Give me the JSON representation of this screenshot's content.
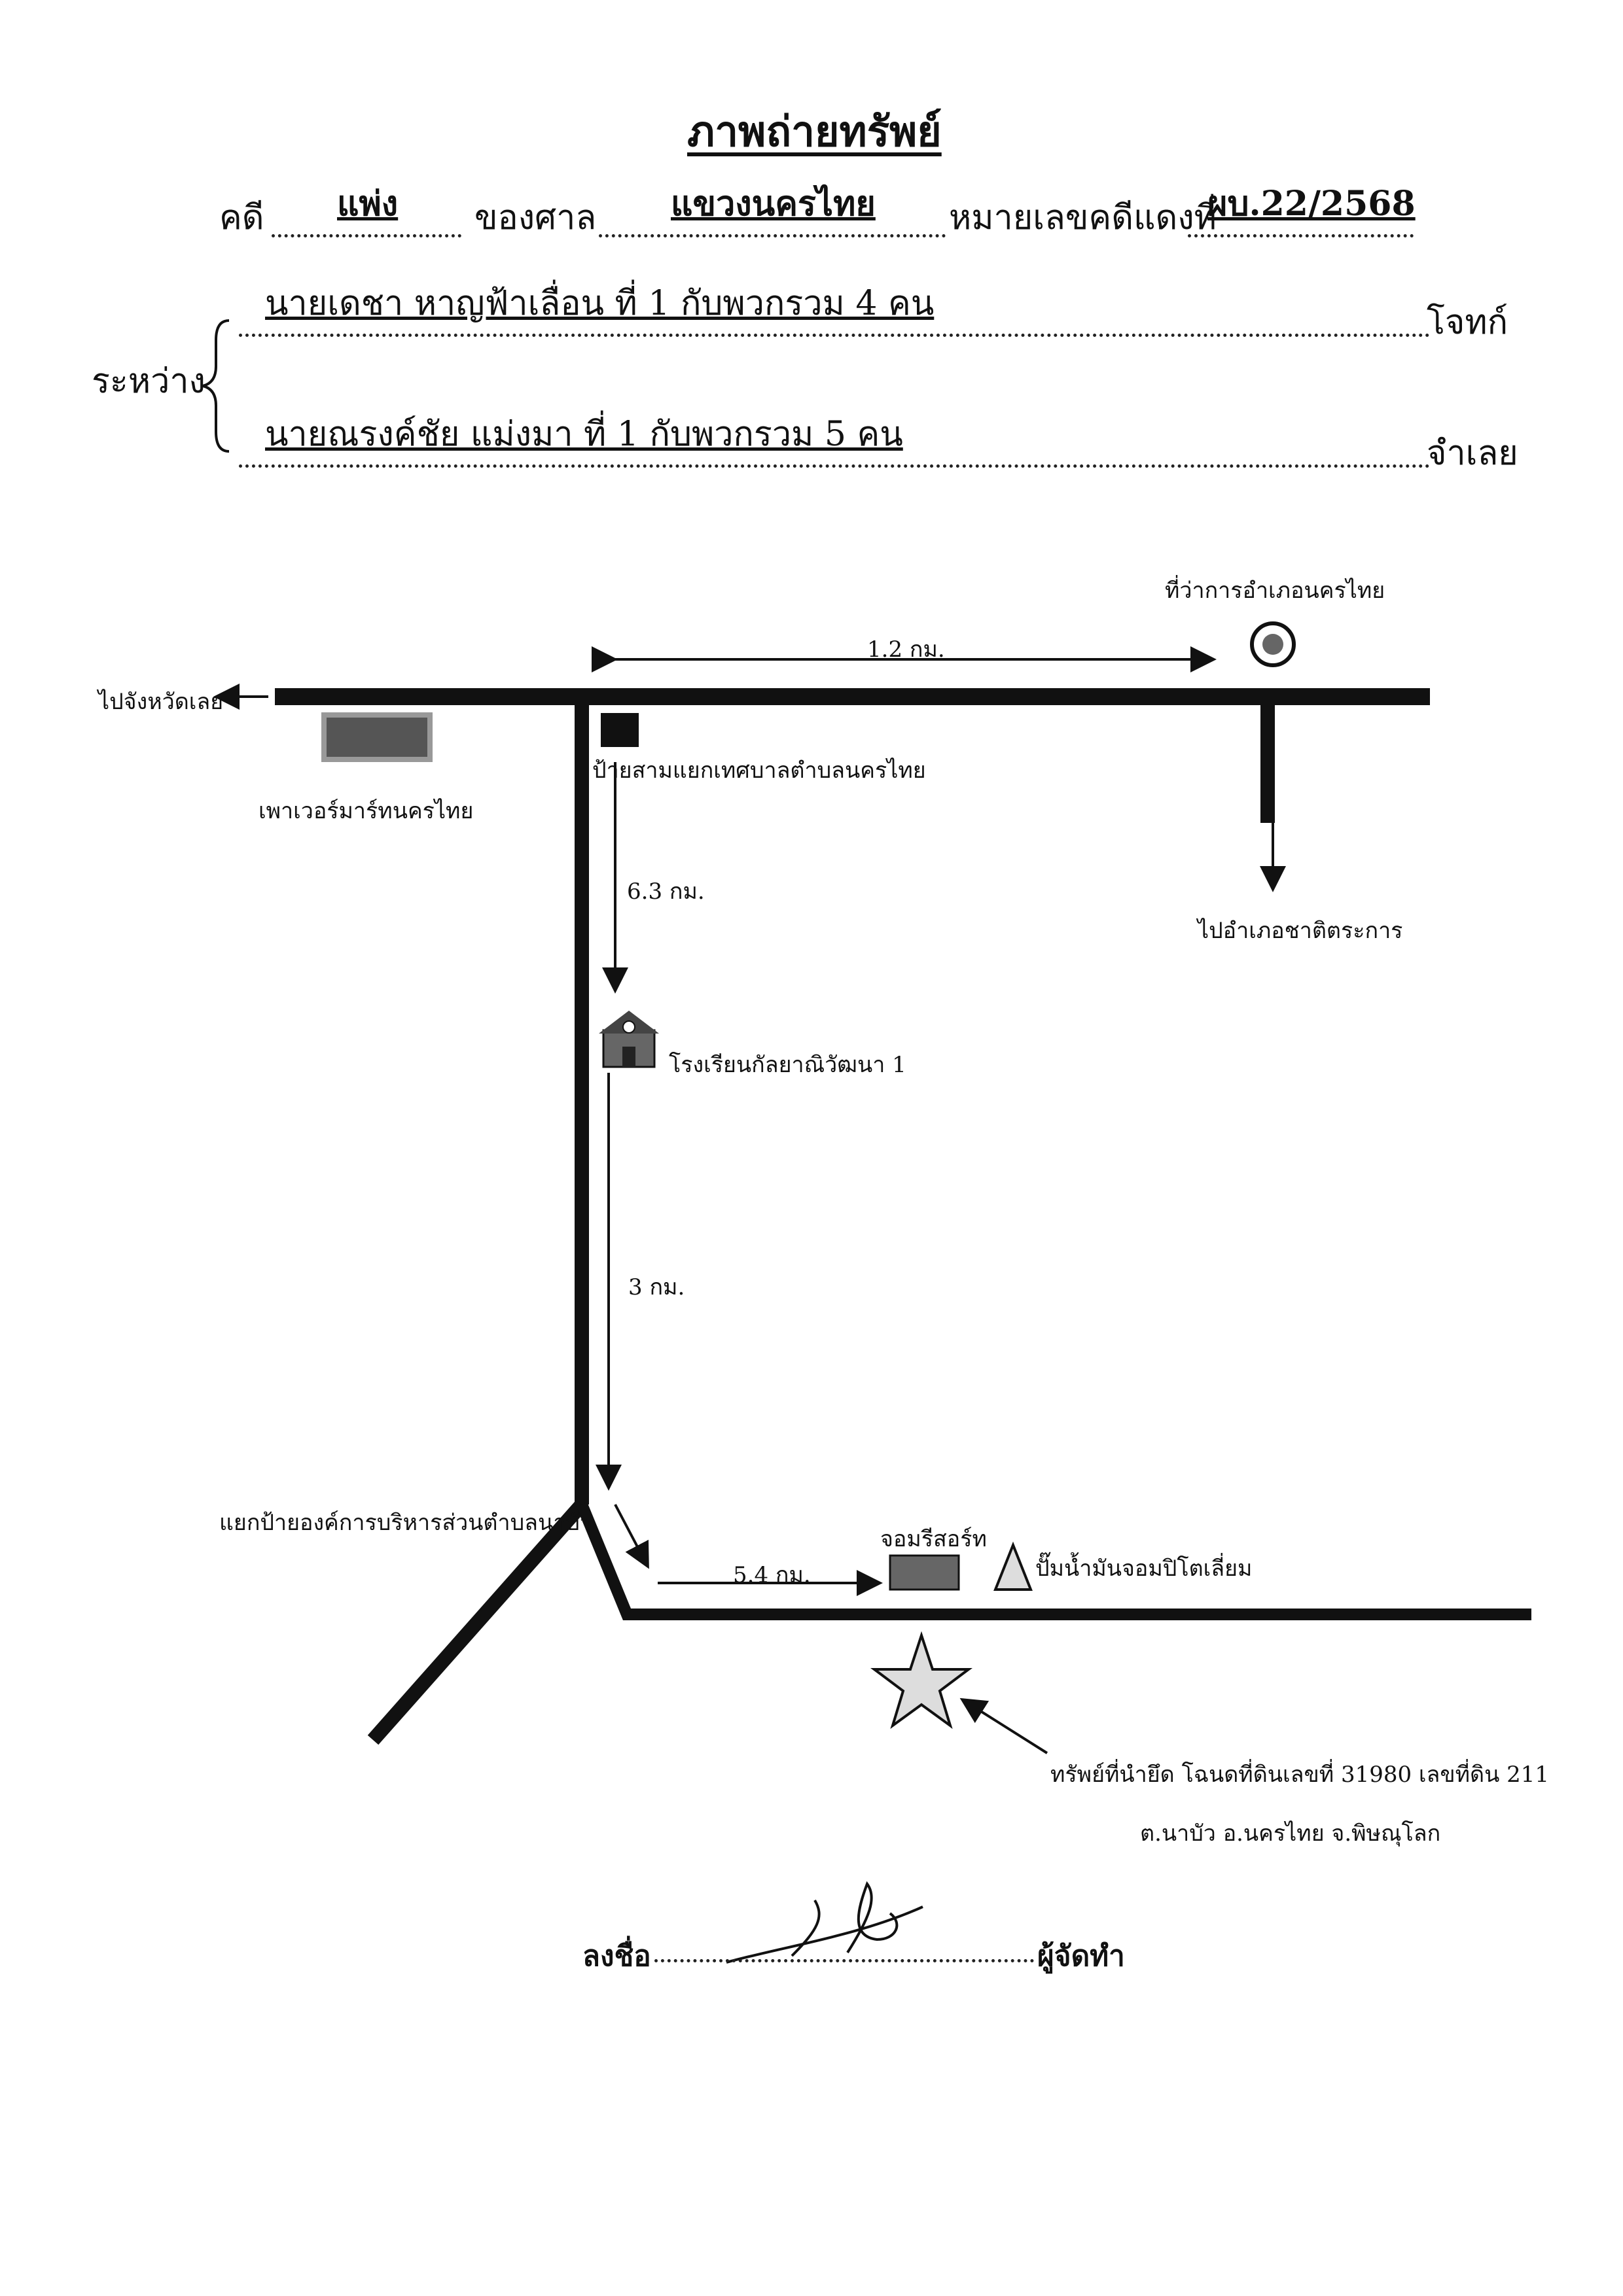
{
  "header": {
    "title": "ภาพถ่ายทรัพย์",
    "case_label": "คดี",
    "case_type": "แพ่ง",
    "court_label": "ของศาล",
    "court_name": "แขวงนครไทย",
    "red_no_label": "หมายเลขคดีแดงที่",
    "red_no": "ผบ.22/2568",
    "between_label": "ระหว่าง",
    "plaintiff": "นายเดชา หาญฟ้าเลื่อน ที่ 1 กับพวกรวม 4 คน",
    "plaintiff_role": "โจทก์",
    "defendant": "นายณรงค์ชัย แม่งมา ที่ 1 กับพวกรวม 5 คน",
    "defendant_role": "จำเลย"
  },
  "map": {
    "district_office": "ที่ว่าการอำเภอนครไทย",
    "dist_top": "1.2 กม.",
    "to_loei": "ไปจังหวัดเลย",
    "power_mart": "เพาเวอร์มาร์ทนครไทย",
    "junction_sign": "ป้ายสามแยกเทศบาลตำบลนครไทย",
    "to_chat_trakan": "ไปอำเภอชาติตระการ",
    "dist_1": "6.3 กม.",
    "school": "โรงเรียนกัลยาณิวัฒนา 1",
    "dist_2": "3 กม.",
    "nabua_junction": "แยกป้ายองค์การบริหารส่วนตำบลนาบัว",
    "resort": "จอมรีสอร์ท",
    "gas_station": "ปั๊มน้ำมันจอมปิโตเลี่ยม",
    "dist_3": "5.4 กม.",
    "property_line1": "ทรัพย์ที่นำยึด โฉนดที่ดินเลขที่ 31980 เลขที่ดิน 211",
    "property_line2": "ต.นาบัว อ.นครไทย จ.พิษณุโลก"
  },
  "signature": {
    "sign_label": "ลงชื่อ",
    "role": "ผู้จัดทำ"
  }
}
